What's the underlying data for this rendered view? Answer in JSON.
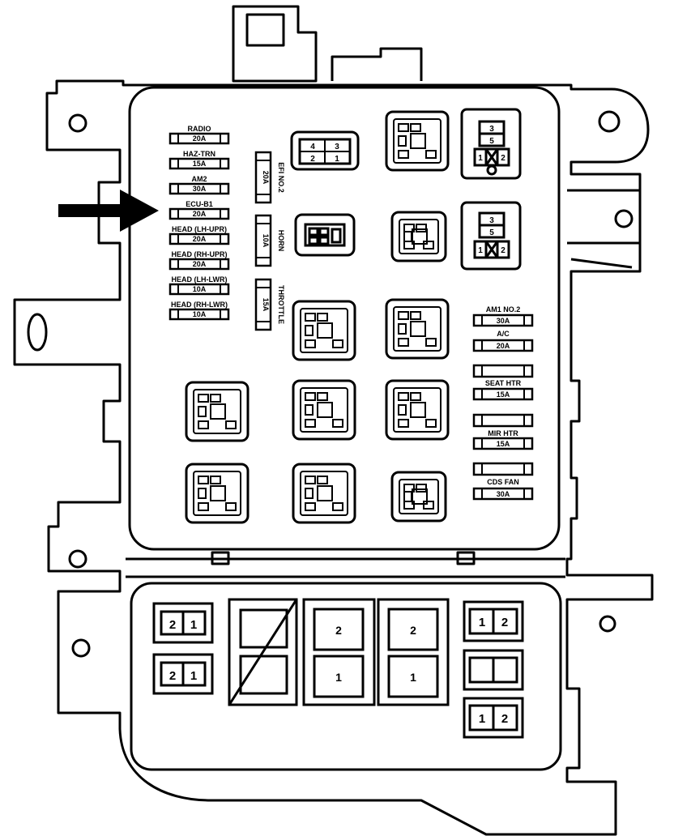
{
  "fuses_left": [
    {
      "name": "RADIO",
      "rating": "20A"
    },
    {
      "name": "HAZ-TRN",
      "rating": "15A"
    },
    {
      "name": "AM2",
      "rating": "30A"
    },
    {
      "name": "ECU-B1",
      "rating": "20A"
    },
    {
      "name": "HEAD (LH-UPR)",
      "rating": "20A"
    },
    {
      "name": "HEAD (RH-UPR)",
      "rating": "20A"
    },
    {
      "name": "HEAD (LH-LWR)",
      "rating": "10A"
    },
    {
      "name": "HEAD (RH-LWR)",
      "rating": "10A"
    }
  ],
  "fuses_vertical": [
    {
      "name": "EFI NO.2",
      "rating": "20A"
    },
    {
      "name": "HORN",
      "rating": "10A"
    },
    {
      "name": "THROTTLE",
      "rating": "15A"
    }
  ],
  "fuses_right": [
    {
      "name": "AM1 NO.2",
      "rating": "30A"
    },
    {
      "name": "A/C",
      "rating": "20A"
    },
    {
      "name": "SEAT HTR",
      "rating": "15A"
    },
    {
      "name": "MIR HTR",
      "rating": "15A"
    },
    {
      "name": "CDS FAN",
      "rating": "30A"
    }
  ],
  "connector_pins": {
    "small_a": [
      "4",
      "3",
      "2",
      "1"
    ],
    "relay_top": [
      "3",
      "5",
      "1",
      "2"
    ],
    "relay_mid": [
      "3",
      "5",
      "1",
      "2"
    ]
  },
  "lower_block": {
    "left_top": [
      "2",
      "1"
    ],
    "left_bottom": [
      "2",
      "1"
    ],
    "mid1": [
      "2",
      "1"
    ],
    "mid2": [
      "2",
      "1"
    ],
    "right_top": [
      "1",
      "2"
    ],
    "right_bottom": [
      "1",
      "2"
    ]
  }
}
